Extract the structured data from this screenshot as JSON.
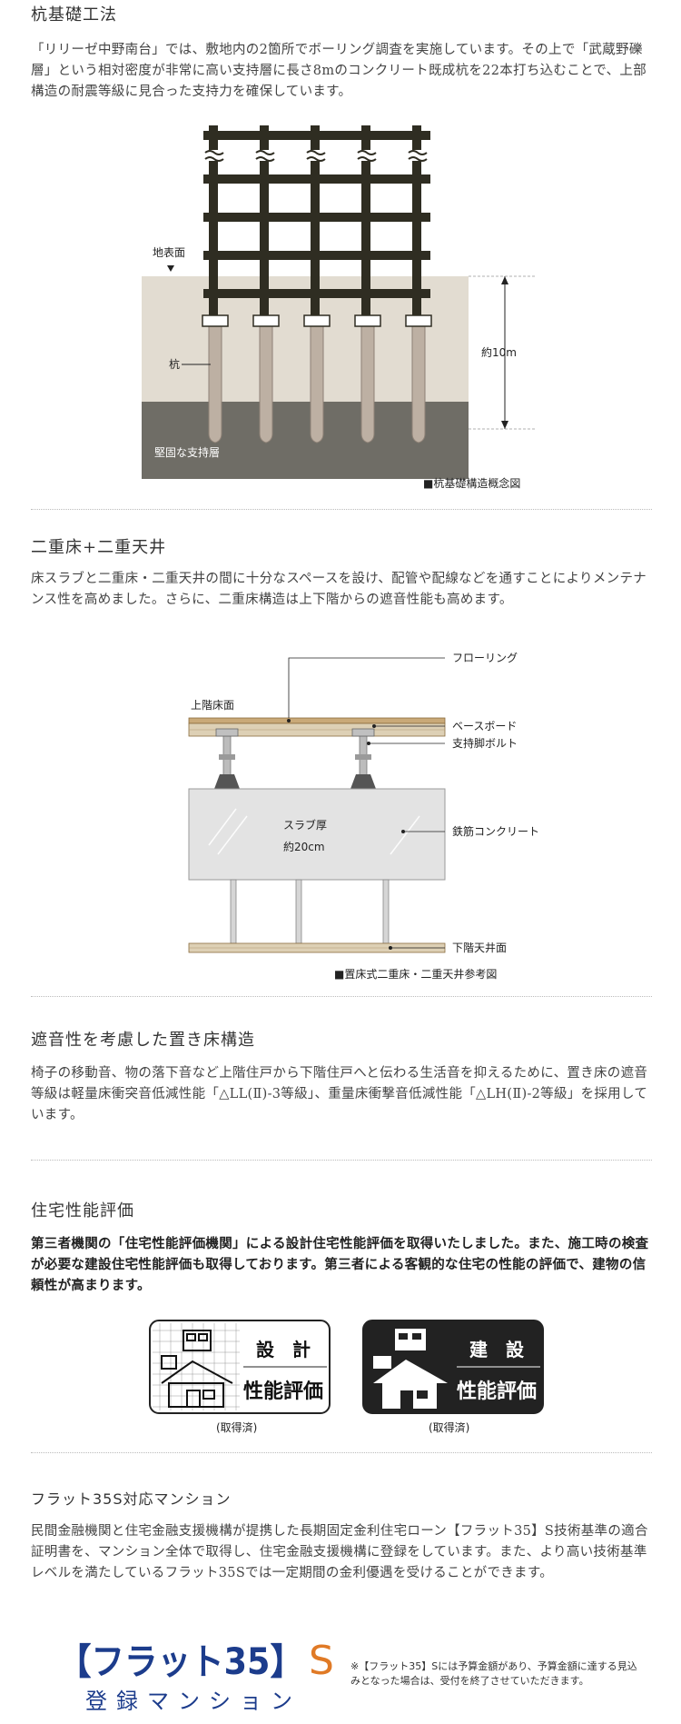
{
  "s1": {
    "title": "杭基礎工法",
    "text": "「リリーゼ中野南台」では、敷地内の2箇所でボーリング調査を実施しています。その上で「武蔵野礫層」という相対密度が非常に高い支持層に長さ8mのコンクリート既成杭を22本打ち込むことで、上部構造の耐震等級に見合った支持力を確保しています。",
    "fig": {
      "ground_label": "地表面",
      "pile_label": "杭",
      "depth_label": "約10m",
      "layer_label": "堅固な支持層",
      "caption": "■杭基礎構造概念図",
      "break_mark": "≈"
    }
  },
  "s2": {
    "title": "二重床+二重天井",
    "text": "床スラブと二重床・二重天井の間に十分なスペースを設け、配管や配線などを通すことによりメンテナンス性を高めました。さらに、二重床構造は上下階からの遮音性能も高めます。",
    "fig": {
      "flooring": "フローリング",
      "upper_floor": "上階床面",
      "baseboard": "ベースボード",
      "bolt": "支持脚ボルト",
      "slab1": "スラブ厚",
      "slab2": "約20cm",
      "rc": "鉄筋コンクリート",
      "ceiling": "下階天井面",
      "caption": "■置床式二重床・二重天井参考図"
    }
  },
  "s3": {
    "title": "遮音性を考慮した置き床構造",
    "text": "椅子の移動音、物の落下音など上階住戸から下階住戸へと伝わる生活音を抑えるために、置き床の遮音等級は軽量床衝突音低減性能「△LL(Ⅱ)-3等級」、重量床衝撃音低減性能「△LH(Ⅱ)-2等級」を採用しています。"
  },
  "s4": {
    "title": "住宅性能評価",
    "text": "第三者機関の「住宅性能評価機関」による設計住宅性能評価を取得いたしました。また、施工時の検査が必要な建設住宅性能評価も取得しております。第三者による客観的な住宅の性能の評価で、建物の信頼性が高まります。",
    "badge1": {
      "top": "設　計",
      "bottom": "性能評価",
      "status": "(取得済)"
    },
    "badge2": {
      "top": "建　設",
      "bottom": "性能評価",
      "status": "(取得済)"
    }
  },
  "s5": {
    "title": "フラット35S対応マンション",
    "text": "民間金融機関と住宅金融支援機構が提携した長期固定金利住宅ローン【フラット35】S技術基準の適合証明書を、マンション全体で取得し、住宅金融支援機構に登録をしています。また、より高い技術基準レベルを満たしているフラット35Sでは一定期間の金利優遇を受けることができます。",
    "logo_main": "【フラット35】",
    "logo_s": "S",
    "logo_sub": "登録マンション",
    "note": "※【フラット35】Sには予算金額があり、予算金額に達する見込みとなった場合は、受付を終了させていただきます。"
  },
  "colors": {
    "frame": "#2f2d22",
    "soil": "#e2dcd1",
    "bedrock": "#6f6d66",
    "pile": "#bdb0a3",
    "floor_board": "#ddd0b5",
    "slab": "#e3e3e3",
    "logo_blue": "#1c3c8c",
    "logo_orange": "#e07a26"
  }
}
